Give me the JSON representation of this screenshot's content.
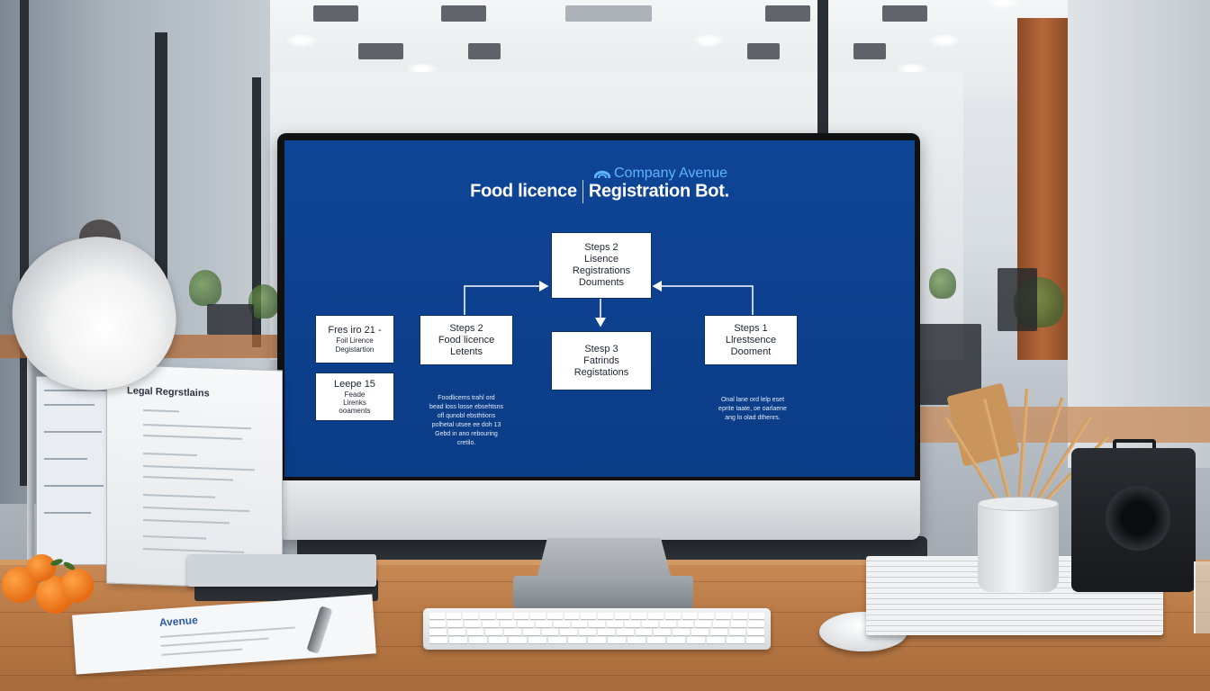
{
  "screen": {
    "brand": "Company Avenue",
    "title_left": "Food licence",
    "title_right": "Registration Bot.",
    "boxes": [
      {
        "id": "top",
        "lines": [
          "Steps 2",
          "Lisence",
          "Registrations",
          "Douments"
        ]
      },
      {
        "id": "left-a",
        "lines": [
          "Fres iro 21 -",
          "Foil Lirence",
          "Degistartion"
        ]
      },
      {
        "id": "left-b",
        "lines": [
          "Leepe 15",
          "Feade",
          "Lirenks",
          "ooaments"
        ]
      },
      {
        "id": "mid-left",
        "lines": [
          "Steps 2",
          "Food licence",
          "Letents"
        ]
      },
      {
        "id": "center",
        "lines": [
          "Stesp 3",
          "Fatrinds",
          "Registations"
        ]
      },
      {
        "id": "right",
        "lines": [
          "Steps 1",
          "Llrestsence",
          "Dooment"
        ]
      }
    ],
    "notes": [
      {
        "id": "note-left",
        "lines": [
          "Foodlicems trahl ord",
          "bead loss losse ebsehtsns",
          "ofl qunobl ebsthtions",
          "polhetal utsee ee doh 13",
          "Gebd in ano rebouring",
          "cretilo."
        ]
      },
      {
        "id": "note-right",
        "lines": [
          "Onal lane ord lelp eset",
          "eprite taate, oe oarlaene",
          "ang lo olad dthenrs."
        ]
      }
    ]
  },
  "props": {
    "document_stand_title": "Legal Regrstlains",
    "letter_logo": "Avenue"
  },
  "colors": {
    "screen_bg": "#0f4596",
    "brand": "#5fb3ff",
    "box_bg": "#ffffff",
    "desk": "#b97a47"
  }
}
